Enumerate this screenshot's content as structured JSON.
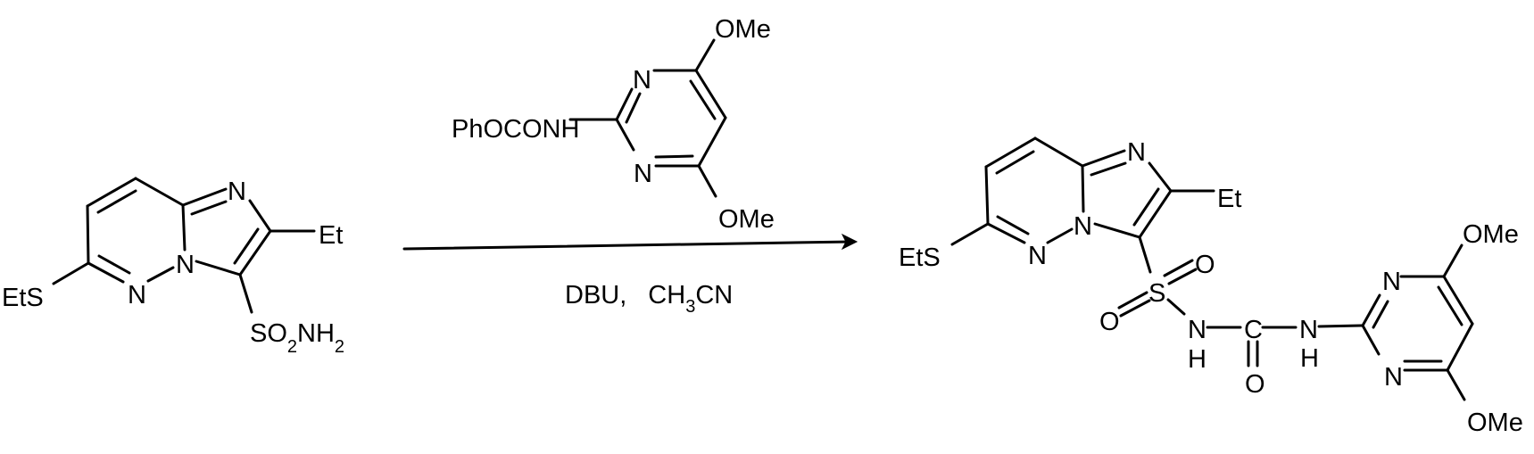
{
  "scheme": {
    "type": "chemical-reaction",
    "line_color": "#000000",
    "background": "#ffffff"
  },
  "starting_material": {
    "name": "6-(ethylthio)-2-ethylimidazo[1,2-b]pyridazine-3-sulfonamide",
    "labels": {
      "ets": "EtS",
      "n_pyridazine": "N",
      "n_bridge": "N",
      "n_imidazole": "N",
      "et": "Et",
      "so2nh2_s": "SO",
      "so2nh2_sub1": "2",
      "so2nh2_nh": "NH",
      "so2nh2_sub2": "2"
    }
  },
  "reagent": {
    "labels": {
      "phoconh": "PhOCONH",
      "n_top": "N",
      "n_bottom": "N",
      "ome_top": "OMe",
      "ome_bottom": "OMe"
    }
  },
  "conditions": {
    "base": "DBU,",
    "solvent_pre": "CH",
    "solvent_sub": "3",
    "solvent_post": "CN"
  },
  "product": {
    "labels": {
      "ets": "EtS",
      "n_pyridazine": "N",
      "n_bridge": "N",
      "n_imidazole": "N",
      "et": "Et",
      "s": "S",
      "o_upper": "O",
      "o_lower": "O",
      "nh1_n": "N",
      "nh1_h": "H",
      "c": "C",
      "c_o": "O",
      "nh2_n": "N",
      "nh2_h": "H",
      "pyr_n_top": "N",
      "pyr_n_bottom": "N",
      "ome_top": "OMe",
      "ome_bottom": "OMe"
    }
  }
}
